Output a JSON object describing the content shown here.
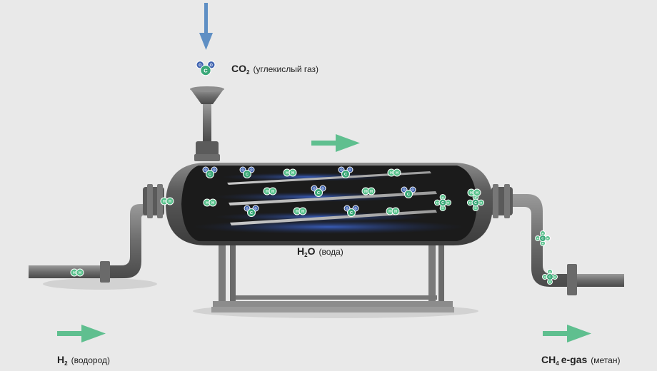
{
  "labels": {
    "co2": {
      "formula": "CO",
      "sub": "2",
      "name": "(углекислый газ)"
    },
    "h2o": {
      "formula_a": "H",
      "sub": "2",
      "formula_b": "O",
      "name": "(вода)"
    },
    "h2": {
      "formula": "H",
      "sub": "2",
      "name": "(водород)"
    },
    "ch4": {
      "formula_a": "CH",
      "sub": "4",
      "formula_b": "e-gas",
      "name": "(метан)"
    }
  },
  "molecules": {
    "carbon_letter": "C",
    "oxygen_letter": "O",
    "hydrogen_letter": "H"
  },
  "colors": {
    "background": "#e9e9e9",
    "tank_body": "#4d4d4d",
    "tank_window": "#1c1c1c",
    "pipe": "#6e6e6e",
    "plate": "#b8b8b8",
    "glow": "#2d4fa6",
    "arrow_green": "#5fbf8f",
    "arrow_blue": "#5f8fc4",
    "carbon": "#3aa878",
    "oxygen": "#3f63b0",
    "hydrogen": "#56c08a"
  }
}
